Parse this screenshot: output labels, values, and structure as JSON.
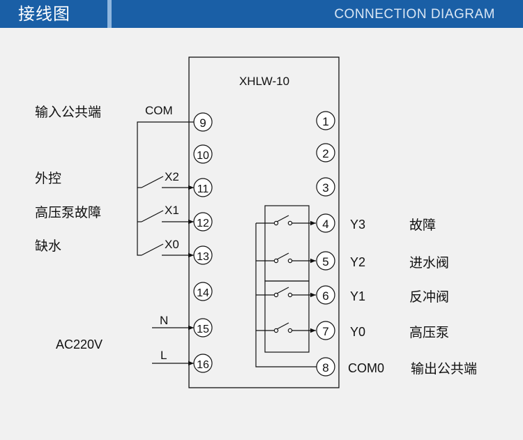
{
  "header": {
    "title_cn": "接线图",
    "title_en": "CONNECTION  DIAGRAM"
  },
  "device": {
    "model": "XHLW-10"
  },
  "left_terminals": [
    "9",
    "10",
    "11",
    "12",
    "13",
    "14",
    "15",
    "16"
  ],
  "right_terminals": [
    "1",
    "2",
    "3",
    "4",
    "5",
    "6",
    "7",
    "8"
  ],
  "inputs": {
    "com_label": "COM",
    "com_desc": "输入公共端",
    "x2_label": "X2",
    "x2_desc": "外控",
    "x1_label": "X1",
    "x1_desc": "高压泵故障",
    "x0_label": "X0",
    "x0_desc": "缺水"
  },
  "power": {
    "n_label": "N",
    "l_label": "L",
    "desc": "AC220V"
  },
  "outputs": {
    "y3_label": "Y3",
    "y3_desc": "故障",
    "y2_label": "Y2",
    "y2_desc": "进水阀",
    "y1_label": "Y1",
    "y1_desc": "反冲阀",
    "y0_label": "Y0",
    "y0_desc": "高压泵",
    "com0_label": "COM0",
    "com0_desc": "输出公共端"
  },
  "colors": {
    "header_bg": "#1a5fa6",
    "header_accent": "#8fb6de",
    "line": "#111111",
    "background": "#f1f1f1"
  }
}
